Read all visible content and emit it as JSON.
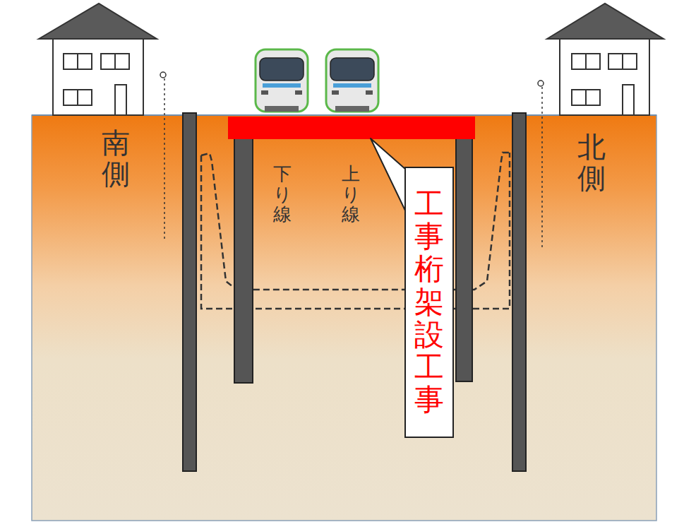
{
  "diagram": {
    "nodes": [
      {
        "text": [
          "工事桁架設工事"
        ]
      }
    ],
    "labels": [
      "南側",
      "下り線",
      "上り線",
      "北側"
    ]
  }
}
